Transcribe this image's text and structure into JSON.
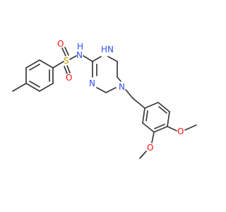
{
  "molecule": {
    "atom_labels": {
      "S": "S",
      "O_top": "O",
      "O_bottom": "O",
      "NH_sulfonamide": "N",
      "NH_sulfonamide_H": "H",
      "NH_ring": "N",
      "NH_ring_H": "H",
      "N_ring_imine": "N",
      "N_ring_tertiary": "N",
      "O_methoxy_para": "O",
      "O_methoxy_meta": "O"
    },
    "colors": {
      "bond": "#3a3a3a",
      "nitrogen": "#3050f8",
      "oxygen": "#ff0d0d",
      "sulfur": "#c8a000"
    }
  }
}
